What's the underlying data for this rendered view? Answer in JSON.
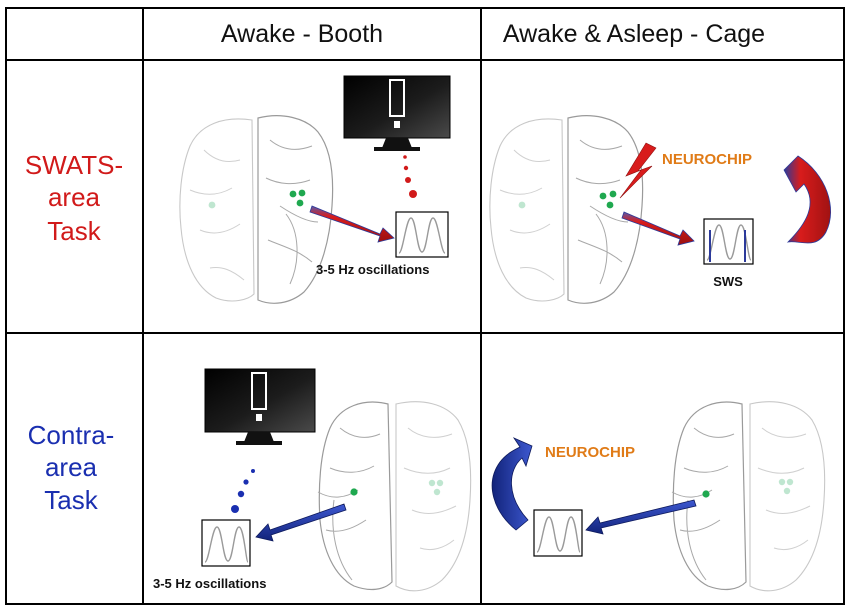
{
  "columns": {
    "col1": "Awake - Booth",
    "col2": "Awake & Asleep - Cage"
  },
  "rows": {
    "swats": [
      "SWATS-",
      "area",
      "Task"
    ],
    "contra": [
      "Contra-",
      "area",
      "Task"
    ]
  },
  "captions": {
    "osc_top": "3-5 Hz oscillations",
    "osc_bottom": "3-5 Hz oscillations",
    "sws": "SWS",
    "neurochip_top": "NEUROCHIP",
    "neurochip_bottom": "NEUROCHIP"
  },
  "colors": {
    "swats_red": "#d11a1a",
    "contra_blue": "#1a2fb0",
    "neurochip_orange": "#e07b17",
    "electrode_green": "#1fa84f",
    "electrode_faint": "#bfe6d0"
  }
}
